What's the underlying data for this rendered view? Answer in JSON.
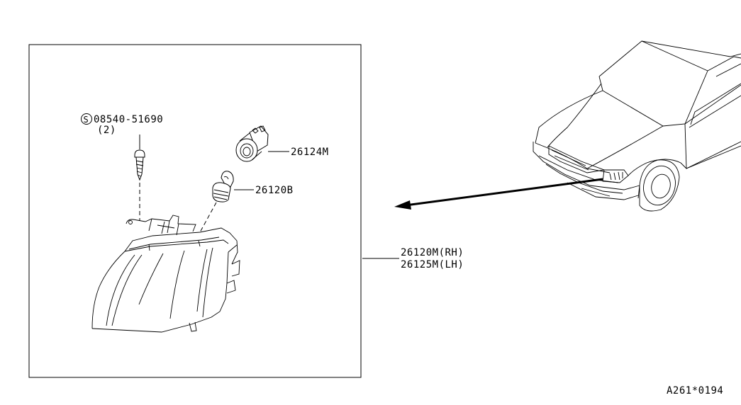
{
  "labels": {
    "screw_part": "08540-51690",
    "screw_symbol": "S",
    "screw_qty": "(2)",
    "socket_part": "26124M",
    "bulb_part": "26120B",
    "lamp_rh": "26120M(RH)",
    "lamp_lh": "26125M(LH)",
    "diagram_code": "A261*0194"
  }
}
